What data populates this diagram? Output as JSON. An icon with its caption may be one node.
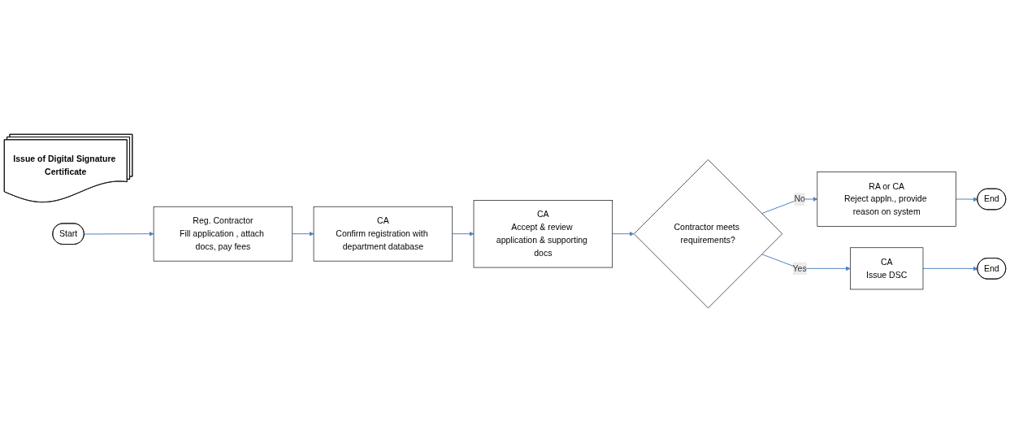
{
  "diagram": {
    "nodes": [
      {
        "text": [
          "Issue of Digital Signature Certificate"
        ]
      },
      {
        "text": [
          "Start"
        ]
      },
      {
        "text": [
          "Reg. Contractor",
          "Fill application , attach docs, pay fees"
        ]
      },
      {
        "text": [
          "CA",
          "Confirm registration with department database"
        ]
      },
      {
        "text": [
          "CA",
          "Accept & review application & supporting docs"
        ]
      },
      {
        "text": [
          "Contractor meets requirements?"
        ]
      },
      {
        "text": [
          "RA or CA",
          "Reject appln., provide reason on system"
        ]
      },
      {
        "text": [
          "End"
        ]
      },
      {
        "text": [
          "CA",
          "Issue DSC"
        ]
      },
      {
        "text": [
          "End"
        ]
      }
    ],
    "edges": [
      {
        "from": 1,
        "to": 2,
        "arrow": "to"
      },
      {
        "from": 2,
        "to": 3,
        "arrow": "to"
      },
      {
        "from": 3,
        "to": 4,
        "arrow": "to"
      },
      {
        "from": 4,
        "to": 5,
        "arrow": "to"
      },
      {
        "from": 5,
        "to": 6,
        "label": "No",
        "arrow": "to"
      },
      {
        "from": 6,
        "to": 7,
        "arrow": "to"
      },
      {
        "from": 5,
        "to": 8,
        "label": "Yes",
        "arrow": "to"
      },
      {
        "from": 8,
        "to": 9,
        "arrow": "to"
      }
    ]
  }
}
